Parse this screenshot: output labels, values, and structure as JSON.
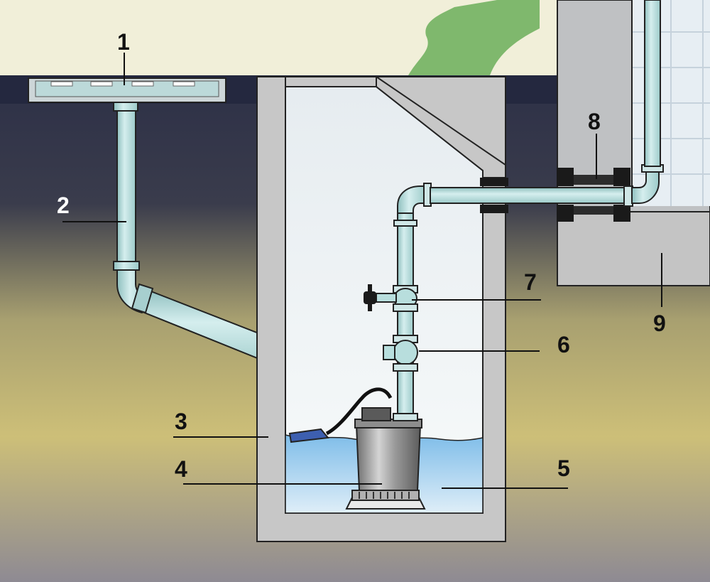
{
  "diagram": {
    "labels": [
      {
        "id": "drain-grate",
        "text": "1"
      },
      {
        "id": "inlet-pipe",
        "text": "2"
      },
      {
        "id": "concrete-pit",
        "text": "3"
      },
      {
        "id": "submersible-pump",
        "text": "4"
      },
      {
        "id": "collected-water",
        "text": "5"
      },
      {
        "id": "check-valve",
        "text": "6"
      },
      {
        "id": "gate-valve",
        "text": "7"
      },
      {
        "id": "wall-sleeve",
        "text": "8"
      },
      {
        "id": "building-foundation",
        "text": "9"
      }
    ],
    "colors": {
      "sky": "#f1efd9",
      "soil_top": "#262a45",
      "soil_bottom": "#c9bb73",
      "concrete": "#c7c7c7",
      "pipe": "#b8dedd",
      "water": "#8fc6ea",
      "pump": "#a3a3a3",
      "foliage": "#7fb86d",
      "label_dark": "#111111",
      "label_light": "#ffffff"
    }
  }
}
